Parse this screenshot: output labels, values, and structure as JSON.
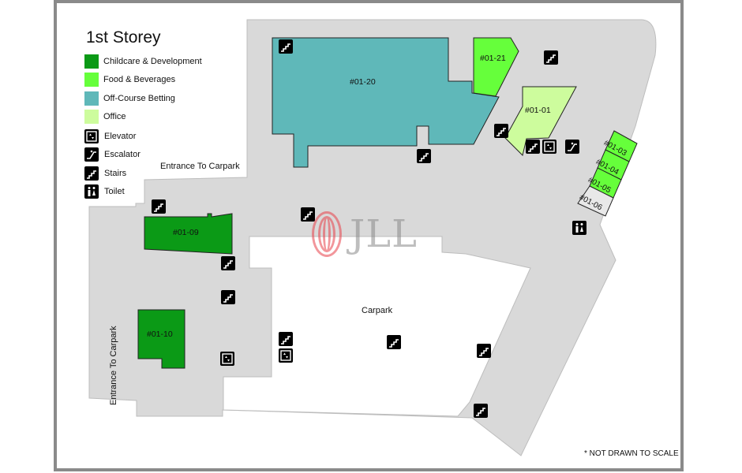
{
  "title": "1st Storey",
  "colors": {
    "childcare": "#0b9a16",
    "food": "#66ff3b",
    "betting": "#5fb8b9",
    "office": "#cdfc9d",
    "floor": "#d9d9d9",
    "carpark": "#ffffff",
    "frame": "#8a8a8a"
  },
  "legend": [
    {
      "label": "Childcare & Development",
      "kind": "swatch",
      "color_key": "childcare"
    },
    {
      "label": "Food & Beverages",
      "kind": "swatch",
      "color_key": "food"
    },
    {
      "label": "Off-Course Betting",
      "kind": "swatch",
      "color_key": "betting"
    },
    {
      "label": "Office",
      "kind": "swatch",
      "color_key": "office"
    },
    {
      "label": "Elevator",
      "kind": "icon",
      "icon": "elevator-icon"
    },
    {
      "label": "Escalator",
      "kind": "icon",
      "icon": "escalator-icon"
    },
    {
      "label": "Stairs",
      "kind": "icon",
      "icon": "stairs-icon"
    },
    {
      "label": "Toilet",
      "kind": "icon",
      "icon": "toilet-icon"
    }
  ],
  "units": {
    "u0120": "#01-20",
    "u0121": "#01-21",
    "u0101": "#01-01",
    "u0103": "#01-03",
    "u0104": "#01-04",
    "u0105": "#01-05",
    "u0106": "#01-06",
    "u0109": "#01-09",
    "u0110": "#01-10"
  },
  "labels": {
    "entrance_top": "Entrance To Carpark",
    "entrance_left": "Entrance To Carpark",
    "carpark": "Carpark"
  },
  "watermark": "JLL",
  "note": "* NOT DRAWN TO SCALE"
}
